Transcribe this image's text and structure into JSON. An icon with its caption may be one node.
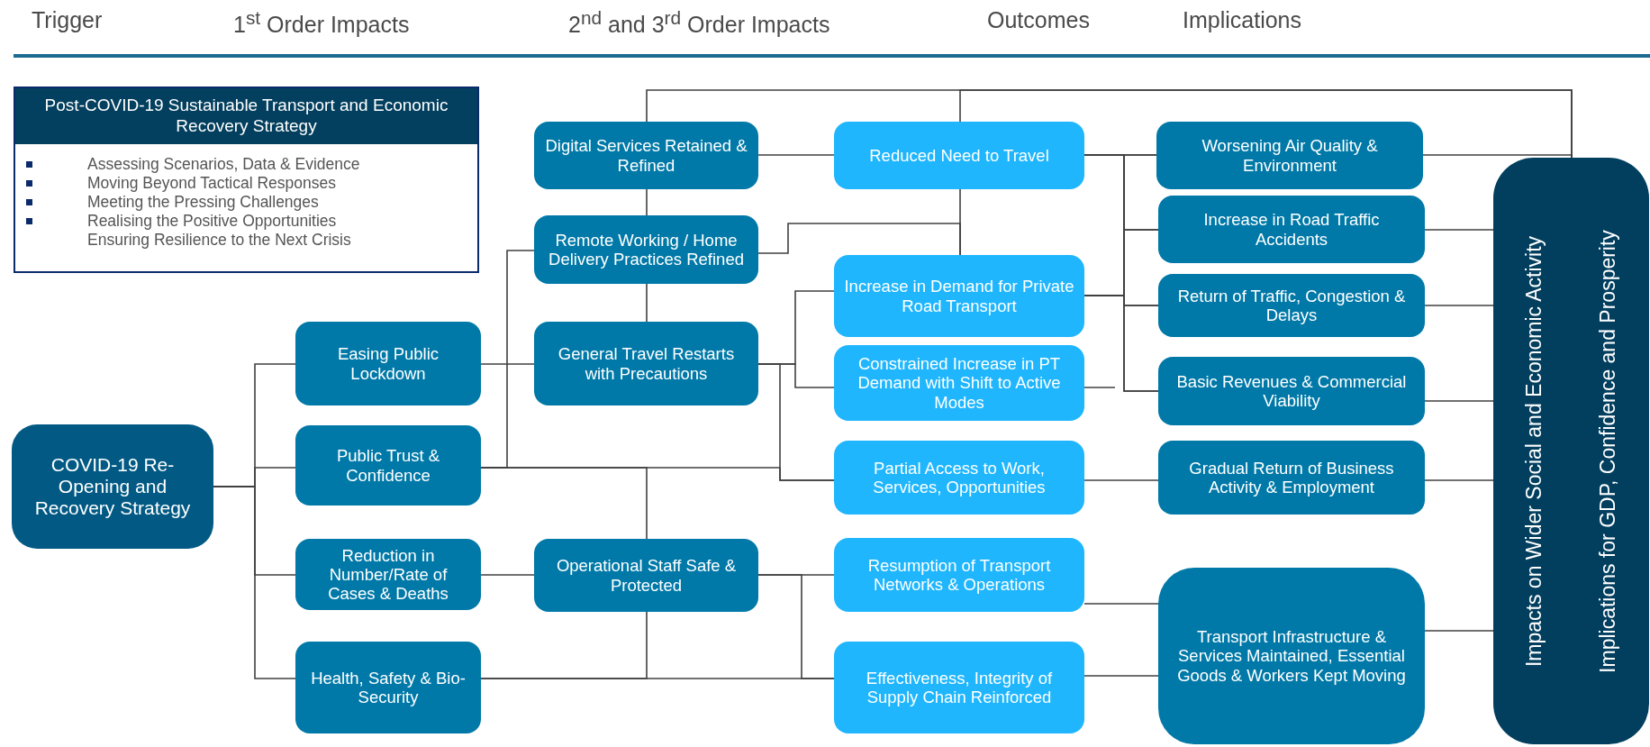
{
  "diagram": {
    "nodes": [
      {
        "text": [
          "Post-COVID-19 Sustainable Transport and Economic Recovery Strategy",
          "Assessing Scenarios, Data & Evidence",
          "Moving Beyond Tactical Responses",
          "Meeting the Pressing Challenges",
          "Realising the Positive Opportunities",
          "Ensuring Resilience to the Next Crisis"
        ]
      },
      {
        "text": [
          "COVID-19   Re-Opening and Recovery Strategy"
        ]
      },
      {
        "text": [
          "Easing Public Lockdown"
        ]
      },
      {
        "text": [
          "Public Trust & Confidence"
        ]
      },
      {
        "text": [
          "Reduction in Number/Rate of Cases & Deaths"
        ]
      },
      {
        "text": [
          "Health, Safety & Bio-Security"
        ]
      },
      {
        "text": [
          "Digital Services Retained  & Refined"
        ]
      },
      {
        "text": [
          "Remote Working / Home Delivery Practices Refined"
        ]
      },
      {
        "text": [
          "General Travel Restarts with Precautions"
        ]
      },
      {
        "text": [
          "Operational Staff Safe & Protected"
        ]
      },
      {
        "text": [
          "Reduced Need to Travel"
        ]
      },
      {
        "text": [
          "Increase in Demand for Private Road Transport"
        ]
      },
      {
        "text": [
          "Constrained Increase in PT Demand with Shift to Active Modes"
        ]
      },
      {
        "text": [
          "Partial Access to Work, Services, Opportunities"
        ]
      },
      {
        "text": [
          "Resumption of Transport Networks & Operations"
        ]
      },
      {
        "text": [
          "Effectiveness, Integrity of Supply Chain Reinforced"
        ]
      },
      {
        "text": [
          "Worsening Air Quality & Environment"
        ]
      },
      {
        "text": [
          "Increase in Road Traffic Accidents"
        ]
      },
      {
        "text": [
          "Return of Traffic, Congestion & Delays"
        ]
      },
      {
        "text": [
          "Basic Revenues & Commercial Viability"
        ]
      },
      {
        "text": [
          "Gradual Return of Business Activity & Employment"
        ]
      },
      {
        "text": [
          "Transport Infrastructure & Services Maintained, Essential Goods & Workers Kept Moving"
        ]
      },
      {
        "text": [
          "Impacts on Wider Social and Economic Activity",
          "Implications for GDP, Confidence and Prosperity"
        ]
      }
    ],
    "edges": [
      {
        "from": 1,
        "to": 2,
        "arrow": "none"
      },
      {
        "from": 1,
        "to": 3,
        "arrow": "none"
      },
      {
        "from": 1,
        "to": 4,
        "arrow": "none"
      },
      {
        "from": 1,
        "to": 5,
        "arrow": "none"
      },
      {
        "from": 2,
        "to": 8,
        "arrow": "none"
      },
      {
        "from": 3,
        "to": 7,
        "arrow": "none"
      },
      {
        "from": 3,
        "to": 9,
        "arrow": "none"
      },
      {
        "from": 3,
        "to": 13,
        "arrow": "none"
      },
      {
        "from": 4,
        "to": 9,
        "arrow": "none"
      },
      {
        "from": 5,
        "to": 15,
        "arrow": "none"
      },
      {
        "from": 5,
        "to": 9,
        "arrow": "none"
      },
      {
        "from": 9,
        "to": 14,
        "arrow": "none"
      },
      {
        "from": 9,
        "to": 15,
        "arrow": "none"
      },
      {
        "from": 6,
        "to": 7,
        "arrow": "none"
      },
      {
        "from": 7,
        "to": 8,
        "arrow": "none"
      },
      {
        "from": 6,
        "to": 10,
        "arrow": "none"
      },
      {
        "from": 6,
        "to": 22,
        "arrow": "none"
      },
      {
        "from": 10,
        "to": 22,
        "arrow": "none"
      },
      {
        "from": 10,
        "to": 11,
        "arrow": "none"
      },
      {
        "from": 7,
        "to": 11,
        "arrow": "none"
      },
      {
        "from": 8,
        "to": 11,
        "arrow": "none"
      },
      {
        "from": 8,
        "to": 12,
        "arrow": "none"
      },
      {
        "from": 8,
        "to": 13,
        "arrow": "none"
      },
      {
        "from": 10,
        "to": 16,
        "arrow": "none"
      },
      {
        "from": 10,
        "to": 17,
        "arrow": "none"
      },
      {
        "from": 10,
        "to": 18,
        "arrow": "none"
      },
      {
        "from": 10,
        "to": 19,
        "arrow": "none"
      },
      {
        "from": 11,
        "to": 16,
        "arrow": "none"
      },
      {
        "from": 11,
        "to": 17,
        "arrow": "none"
      },
      {
        "from": 11,
        "to": 18,
        "arrow": "none"
      },
      {
        "from": 11,
        "to": 19,
        "arrow": "none"
      },
      {
        "from": 12,
        "to": null,
        "arrow": "none"
      },
      {
        "from": 13,
        "to": 20,
        "arrow": "none"
      },
      {
        "from": 14,
        "to": 21,
        "arrow": "none"
      },
      {
        "from": 15,
        "to": 21,
        "arrow": "none"
      },
      {
        "from": 16,
        "to": 22,
        "arrow": "none"
      },
      {
        "from": 17,
        "to": 22,
        "arrow": "none"
      },
      {
        "from": 18,
        "to": 22,
        "arrow": "none"
      },
      {
        "from": 19,
        "to": 22,
        "arrow": "none"
      },
      {
        "from": 20,
        "to": 22,
        "arrow": "none"
      },
      {
        "from": 21,
        "to": 22,
        "arrow": "none"
      }
    ],
    "labels": [
      "Trigger",
      "1$^{st}$ Order Impacts",
      "2$^{nd}$ and 3$^{rd}$ Order Impacts",
      "Outcomes",
      "Implications"
    ]
  }
}
